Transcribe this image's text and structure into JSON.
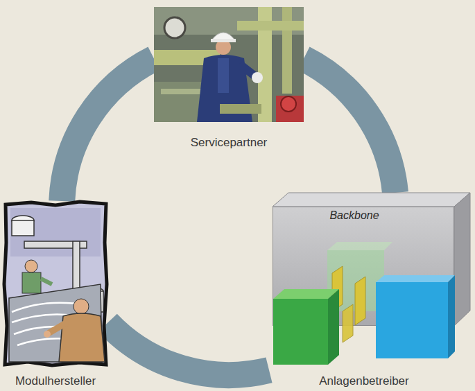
{
  "diagram": {
    "nodes": [
      {
        "text": [
          "Servicepartner"
        ]
      },
      {
        "text": [
          "Modulhersteller"
        ]
      },
      {
        "text": [
          "Anlagenbetreiber"
        ]
      },
      {
        "text": [
          "Backbone"
        ],
        "in": 2
      }
    ],
    "edges": [
      {
        "from": 0,
        "to": 2,
        "arrow": "none"
      },
      {
        "from": 2,
        "to": 1,
        "arrow": "none"
      },
      {
        "from": 1,
        "to": 0,
        "arrow": "none"
      }
    ]
  }
}
